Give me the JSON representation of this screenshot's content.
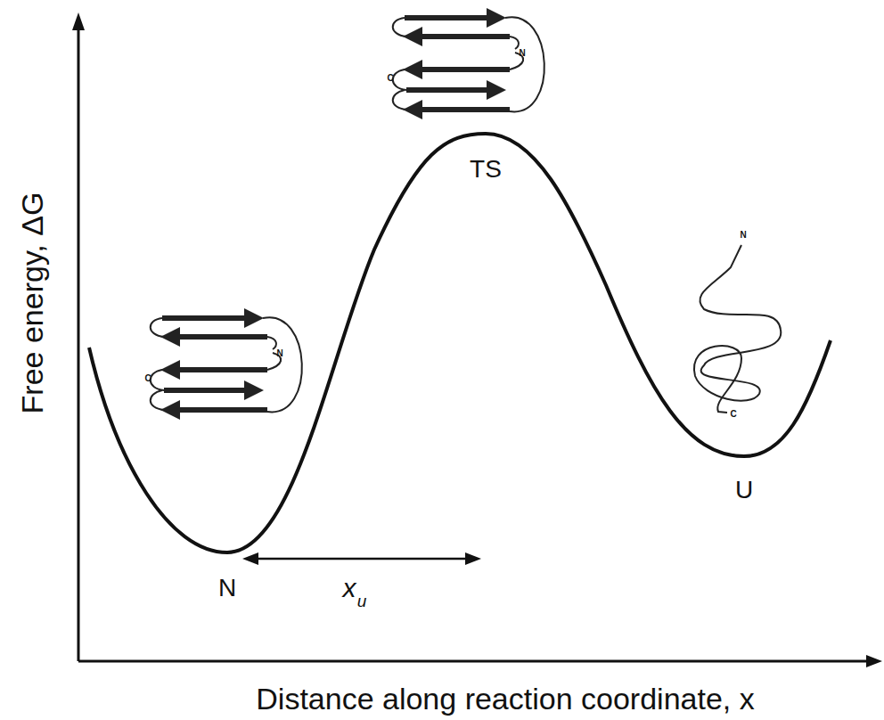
{
  "diagram": {
    "labels": [
      "Free energy, ΔG",
      "Distance along reaction coordinate, x",
      "TS",
      "N",
      "U",
      "x",
      "u",
      "N",
      "C",
      "N",
      "C",
      "N",
      "C"
    ]
  }
}
